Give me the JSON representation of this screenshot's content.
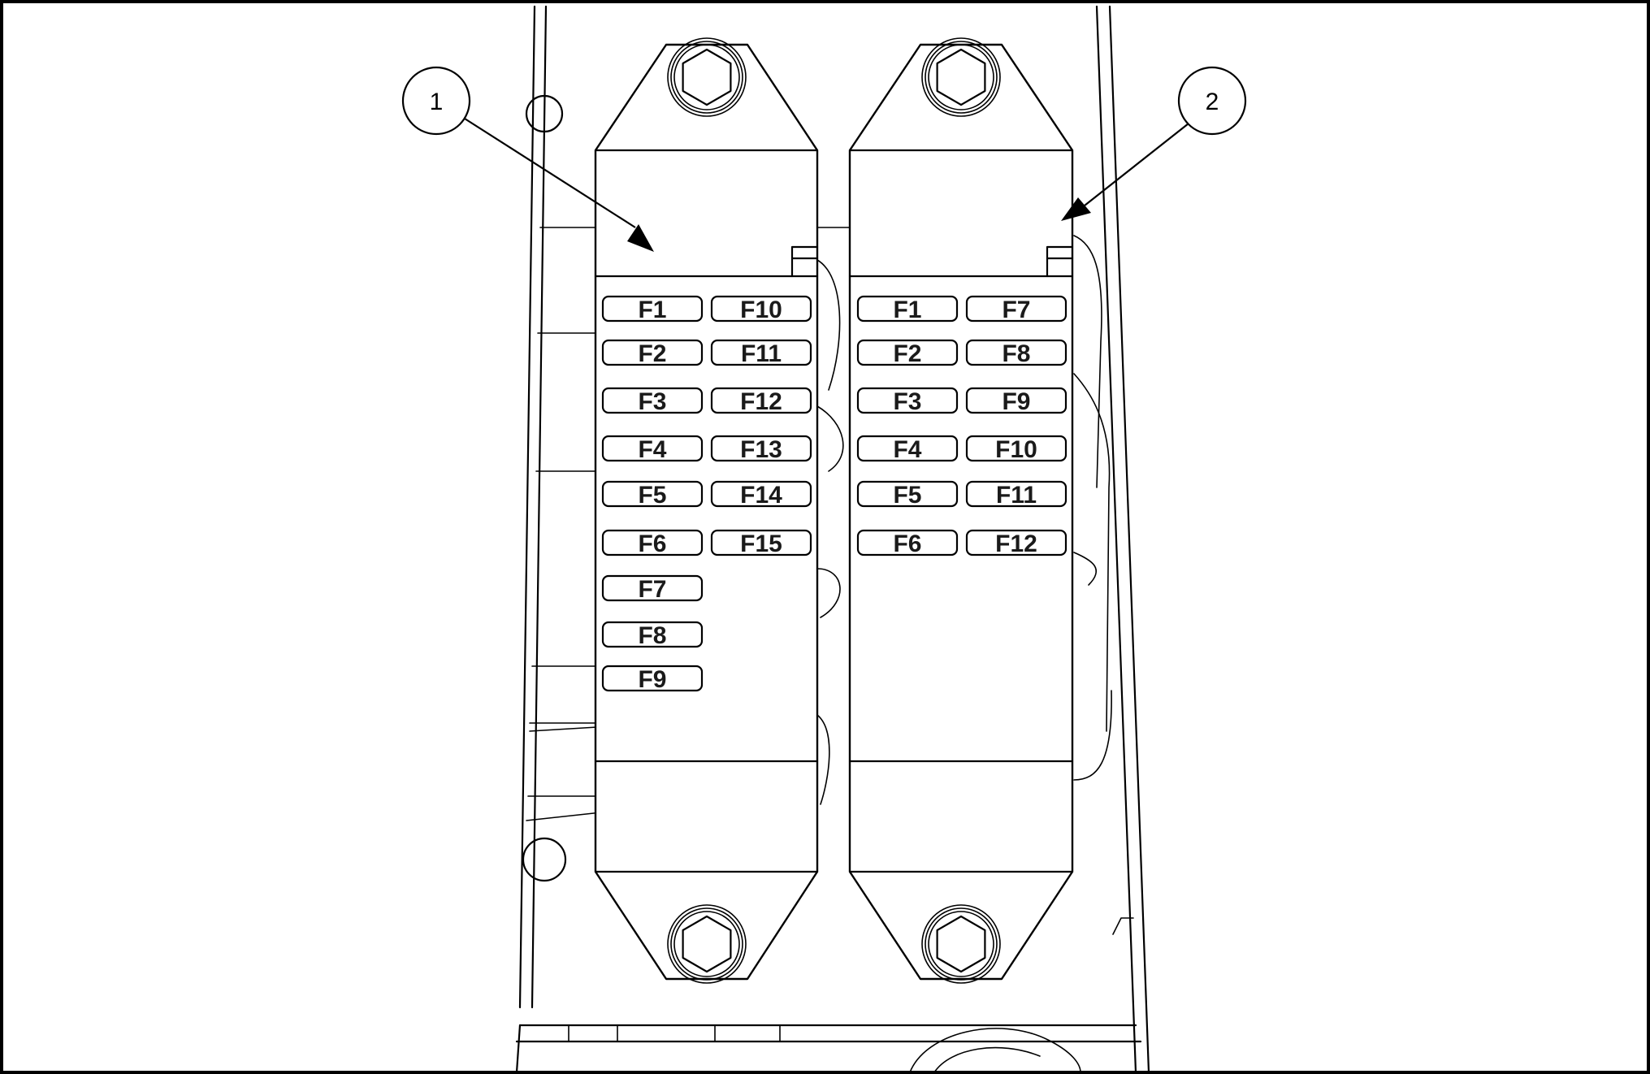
{
  "callouts": [
    {
      "label": "1"
    },
    {
      "label": "2"
    }
  ],
  "panels": [
    {
      "id": "fuse-panel-1",
      "left_column": [
        "F1",
        "F2",
        "F3",
        "F4",
        "F5",
        "F6",
        "F7",
        "F8",
        "F9"
      ],
      "right_column": [
        "F10",
        "F11",
        "F12",
        "F13",
        "F14",
        "F15"
      ]
    },
    {
      "id": "fuse-panel-2",
      "left_column": [
        "F1",
        "F2",
        "F3",
        "F4",
        "F5",
        "F6"
      ],
      "right_column": [
        "F7",
        "F8",
        "F9",
        "F10",
        "F11",
        "F12"
      ]
    }
  ]
}
